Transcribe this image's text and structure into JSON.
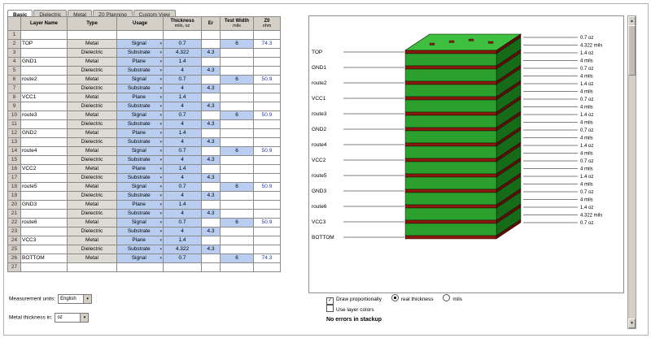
{
  "tabs": [
    {
      "label": "Basic",
      "active": true
    },
    {
      "label": "Dielectric",
      "active": false
    },
    {
      "label": "Metal",
      "active": false
    },
    {
      "label": "Z0 Planning",
      "active": false
    },
    {
      "label": "Custom View",
      "active": false
    }
  ],
  "table": {
    "headers": {
      "layer_name": "Layer Name",
      "type": "Type",
      "usage": "Usage",
      "thickness": "Thickness",
      "thickness_sub": "mils, oz",
      "er": "Er",
      "test_width": "Test Width",
      "test_width_sub": "mils",
      "z0": "Z0",
      "z0_sub": "ohm"
    },
    "rows": [
      {
        "n": "1",
        "kind": "blank",
        "name": "",
        "type": "",
        "usage": "",
        "th": "",
        "er": "",
        "tw": "",
        "z0": ""
      },
      {
        "n": "2",
        "kind": "metal",
        "name": "TOP",
        "type": "Metal",
        "usage": "Signal",
        "th": "0.7",
        "er": "",
        "tw": "6",
        "z0": "74.3"
      },
      {
        "n": "3",
        "kind": "dielectric",
        "name": "",
        "type": "Dielectric",
        "usage": "Substrate",
        "th": "4.322",
        "er": "4.3",
        "tw": "",
        "z0": ""
      },
      {
        "n": "4",
        "kind": "metal",
        "name": "GND1",
        "type": "Metal",
        "usage": "Plane",
        "th": "1.4",
        "er": "",
        "tw": "",
        "z0": ""
      },
      {
        "n": "5",
        "kind": "dielectric",
        "name": "",
        "type": "Dielectric",
        "usage": "Substrate",
        "th": "4",
        "er": "4.3",
        "tw": "",
        "z0": ""
      },
      {
        "n": "6",
        "kind": "metal",
        "name": "route2",
        "type": "Metal",
        "usage": "Signal",
        "th": "0.7",
        "er": "",
        "tw": "6",
        "z0": "50.9"
      },
      {
        "n": "7",
        "kind": "dielectric",
        "name": "",
        "type": "Dielectric",
        "usage": "Substrate",
        "th": "4",
        "er": "4.3",
        "tw": "",
        "z0": ""
      },
      {
        "n": "8",
        "kind": "metal",
        "name": "VCC1",
        "type": "Metal",
        "usage": "Plane",
        "th": "1.4",
        "er": "",
        "tw": "",
        "z0": ""
      },
      {
        "n": "9",
        "kind": "dielectric",
        "name": "",
        "type": "Dielectric",
        "usage": "Substrate",
        "th": "4",
        "er": "4.3",
        "tw": "",
        "z0": ""
      },
      {
        "n": "10",
        "kind": "metal",
        "name": "route3",
        "type": "Metal",
        "usage": "Signal",
        "th": "0.7",
        "er": "",
        "tw": "6",
        "z0": "50.9"
      },
      {
        "n": "11",
        "kind": "dielectric",
        "name": "",
        "type": "Dielectric",
        "usage": "Substrate",
        "th": "4",
        "er": "4.3",
        "tw": "",
        "z0": ""
      },
      {
        "n": "12",
        "kind": "metal",
        "name": "GND2",
        "type": "Metal",
        "usage": "Plane",
        "th": "1.4",
        "er": "",
        "tw": "",
        "z0": ""
      },
      {
        "n": "13",
        "kind": "dielectric",
        "name": "",
        "type": "Dielectric",
        "usage": "Substrate",
        "th": "4",
        "er": "4.3",
        "tw": "",
        "z0": ""
      },
      {
        "n": "14",
        "kind": "metal",
        "name": "route4",
        "type": "Metal",
        "usage": "Signal",
        "th": "0.7",
        "er": "",
        "tw": "6",
        "z0": "50.9"
      },
      {
        "n": "15",
        "kind": "dielectric",
        "name": "",
        "type": "Dielectric",
        "usage": "Substrate",
        "th": "4",
        "er": "4.3",
        "tw": "",
        "z0": ""
      },
      {
        "n": "16",
        "kind": "metal",
        "name": "VCC2",
        "type": "Metal",
        "usage": "Plane",
        "th": "1.4",
        "er": "",
        "tw": "",
        "z0": ""
      },
      {
        "n": "17",
        "kind": "dielectric",
        "name": "",
        "type": "Dielectric",
        "usage": "Substrate",
        "th": "4",
        "er": "4.3",
        "tw": "",
        "z0": ""
      },
      {
        "n": "18",
        "kind": "metal",
        "name": "route5",
        "type": "Metal",
        "usage": "Signal",
        "th": "0.7",
        "er": "",
        "tw": "6",
        "z0": "50.9"
      },
      {
        "n": "19",
        "kind": "dielectric",
        "name": "",
        "type": "Dielectric",
        "usage": "Substrate",
        "th": "4",
        "er": "4.3",
        "tw": "",
        "z0": ""
      },
      {
        "n": "20",
        "kind": "metal",
        "name": "GND3",
        "type": "Metal",
        "usage": "Plane",
        "th": "1.4",
        "er": "",
        "tw": "",
        "z0": ""
      },
      {
        "n": "21",
        "kind": "dielectric",
        "name": "",
        "type": "Dielectric",
        "usage": "Substrate",
        "th": "4",
        "er": "4.3",
        "tw": "",
        "z0": ""
      },
      {
        "n": "22",
        "kind": "metal",
        "name": "route6",
        "type": "Metal",
        "usage": "Signal",
        "th": "0.7",
        "er": "",
        "tw": "6",
        "z0": "50.9"
      },
      {
        "n": "23",
        "kind": "dielectric",
        "name": "",
        "type": "Dielectric",
        "usage": "Substrate",
        "th": "4",
        "er": "4.3",
        "tw": "",
        "z0": ""
      },
      {
        "n": "24",
        "kind": "metal",
        "name": "VCC3",
        "type": "Metal",
        "usage": "Plane",
        "th": "1.4",
        "er": "",
        "tw": "",
        "z0": ""
      },
      {
        "n": "25",
        "kind": "dielectric",
        "name": "",
        "type": "Dielectric",
        "usage": "Substrate",
        "th": "4.322",
        "er": "4.3",
        "tw": "",
        "z0": ""
      },
      {
        "n": "26",
        "kind": "metal",
        "name": "BOTTOM",
        "type": "Metal",
        "usage": "Signal",
        "th": "0.7",
        "er": "",
        "tw": "6",
        "z0": "74.3"
      },
      {
        "n": "27",
        "kind": "blank",
        "name": "",
        "type": "",
        "usage": "",
        "th": "",
        "er": "",
        "tw": "",
        "z0": ""
      }
    ]
  },
  "stack": {
    "layers": [
      {
        "kind": "metal",
        "label": "TOP",
        "dim": "0.7 oz"
      },
      {
        "kind": "dielectric",
        "label": "",
        "dim": "4.322 mils"
      },
      {
        "kind": "metal",
        "label": "GND1",
        "dim": "1.4 oz"
      },
      {
        "kind": "dielectric",
        "label": "",
        "dim": "4 mils"
      },
      {
        "kind": "metal",
        "label": "route2",
        "dim": "0.7 oz"
      },
      {
        "kind": "dielectric",
        "label": "",
        "dim": "4 mils"
      },
      {
        "kind": "metal",
        "label": "VCC1",
        "dim": "1.4 oz"
      },
      {
        "kind": "dielectric",
        "label": "",
        "dim": "4 mils"
      },
      {
        "kind": "metal",
        "label": "route3",
        "dim": "0.7 oz"
      },
      {
        "kind": "dielectric",
        "label": "",
        "dim": "4 mils"
      },
      {
        "kind": "metal",
        "label": "GND2",
        "dim": "1.4 oz"
      },
      {
        "kind": "dielectric",
        "label": "",
        "dim": "4 mils"
      },
      {
        "kind": "metal",
        "label": "route4",
        "dim": "0.7 oz"
      },
      {
        "kind": "dielectric",
        "label": "",
        "dim": "4 mils"
      },
      {
        "kind": "metal",
        "label": "VCC2",
        "dim": "1.4 oz"
      },
      {
        "kind": "dielectric",
        "label": "",
        "dim": "4 mils"
      },
      {
        "kind": "metal",
        "label": "route5",
        "dim": "0.7 oz"
      },
      {
        "kind": "dielectric",
        "label": "",
        "dim": "4 mils"
      },
      {
        "kind": "metal",
        "label": "GND3",
        "dim": "1.4 oz"
      },
      {
        "kind": "dielectric",
        "label": "",
        "dim": "4 mils"
      },
      {
        "kind": "metal",
        "label": "route6",
        "dim": "0.7 oz"
      },
      {
        "kind": "dielectric",
        "label": "",
        "dim": "4 mils"
      },
      {
        "kind": "metal",
        "label": "VCC3",
        "dim": "1.4 oz"
      },
      {
        "kind": "dielectric",
        "label": "",
        "dim": "4.322 mils"
      },
      {
        "kind": "metal",
        "label": "BOTTOM",
        "dim": "0.7 oz"
      }
    ]
  },
  "controls": {
    "units": {
      "label": "Measurement units:",
      "value": "English"
    },
    "metal_units": {
      "label": "Metal thickness in:",
      "value": "oz"
    }
  },
  "options": {
    "draw_proportionally": {
      "label": "Draw proportionally",
      "checked": true
    },
    "real_thickness": {
      "label": "real thickness",
      "selected": true
    },
    "mils": {
      "label": "mils",
      "selected": false
    },
    "layer_colors": {
      "label": "Use layer colors",
      "checked": false
    },
    "status": "No errors in stackup"
  },
  "colors": {
    "editable_cell": "#b9cdf0",
    "header_bg": "#d4d0c8",
    "z0_text": "#1f35c4",
    "dielectric_green": "#2ca02c",
    "dielectric_green_dark": "#156b18",
    "top_green": "#3fbf3f",
    "metal_red": "#8b1a0e",
    "metal_red_dark": "#5c0f06"
  }
}
